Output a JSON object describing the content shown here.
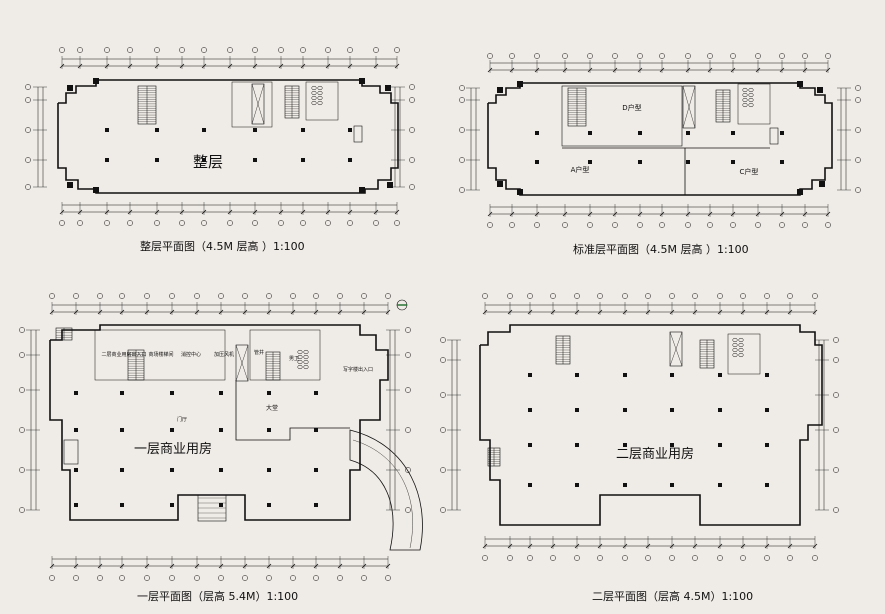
{
  "plans": [
    {
      "caption": "整层平面图（4.5M 层高 ）1:100",
      "labels": [
        "整层"
      ]
    },
    {
      "caption": "标准层平面图（4.5M 层高 ）1:100",
      "labels": [
        "D户型",
        "A户型",
        "C户型"
      ]
    },
    {
      "caption": "一层平面图（层高 5.4M）1:100",
      "labels": [
        "一层商业用房",
        "二层商业用房出入口",
        "商场楼梯间",
        "消控中心",
        "大堂",
        "写字楼出入口",
        "加压风机",
        "管井",
        "男卫",
        "门厅"
      ]
    },
    {
      "caption": "二层平面图（层高 4.5M）1:100",
      "labels": [
        "二层商业用房"
      ]
    }
  ]
}
